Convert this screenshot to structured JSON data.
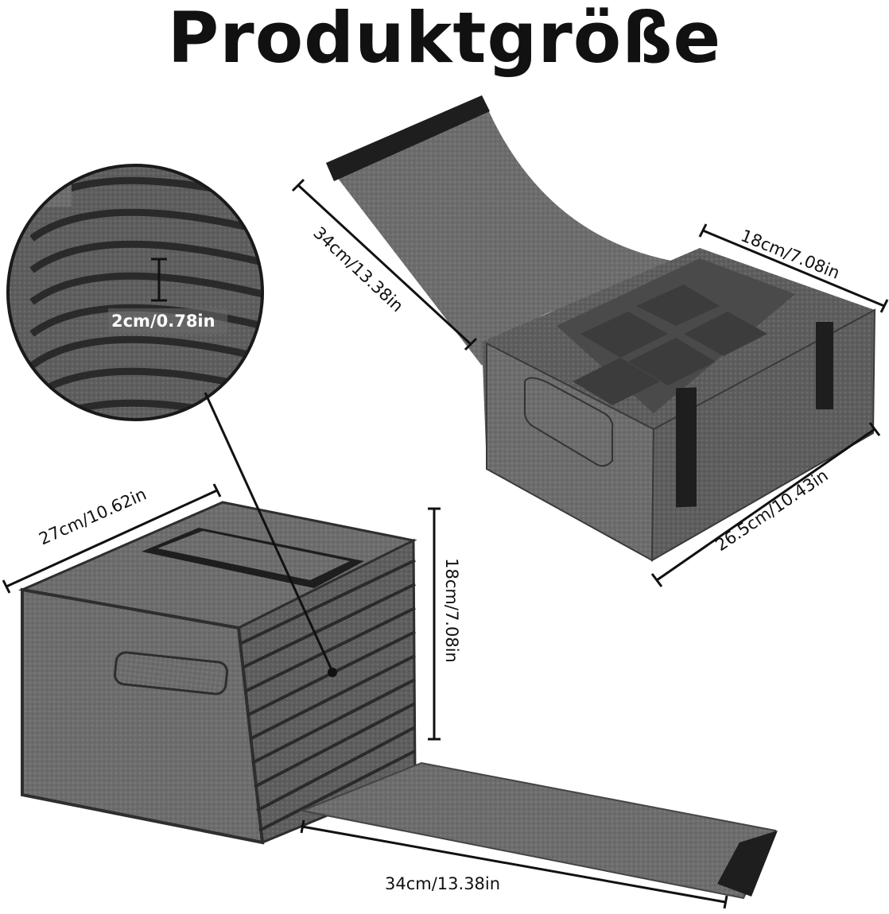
{
  "title": "Produktgröße",
  "dimensions": {
    "open_box_lid_length": "34cm/13.38in",
    "open_box_height": "18cm/7.08in",
    "open_box_width": "26.5cm/10.43in",
    "closed_box_width": "27cm/10.62in",
    "closed_box_height": "18cm/7.08in",
    "closed_box_strap_length": "34cm/13.38in",
    "divider_spacing": "2cm/0.78in"
  }
}
